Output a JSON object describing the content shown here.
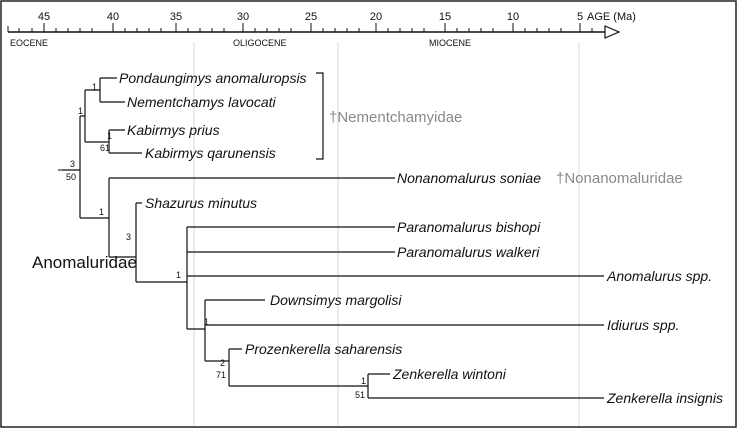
{
  "axis": {
    "label": "AGE (Ma)",
    "ticks": [
      "45",
      "40",
      "35",
      "30",
      "25",
      "20",
      "15",
      "10",
      "5"
    ],
    "epochs": [
      "EOCENE",
      "OLIGOCENE",
      "MIOCENE"
    ]
  },
  "taxa": [
    "Pondaungimys anomaluropsis",
    "Nementchamys lavocati",
    "Kabirmys prius",
    "Kabirmys qarunensis",
    "Nonanomalurus soniae",
    "Shazurus minutus",
    "Paranomalurus bishopi",
    "Paranomalurus walkeri",
    "Anomalurus spp.",
    "Downsimys margolisi",
    "Idiurus spp.",
    "Prozenkerella saharensis",
    "Zenkerella wintoni",
    "Zenkerella insignis"
  ],
  "families": [
    "†Nementchamyidae",
    "†Nonanomaluridae"
  ],
  "clade_label": "Anomaluridae",
  "support": [
    "1",
    "1",
    "1",
    "61",
    "3",
    "50",
    "1",
    "3",
    "1",
    "1",
    "2",
    "71",
    "1",
    "51"
  ]
}
